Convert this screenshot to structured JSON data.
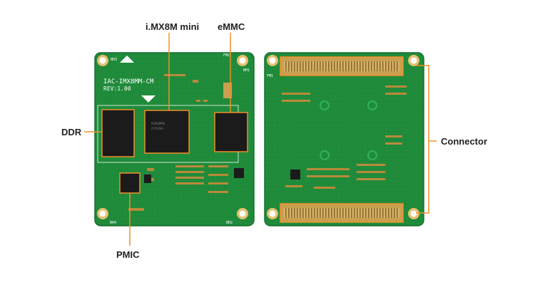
{
  "labels": {
    "imx8m": "i.MX8M mini",
    "emmc": "eMMC",
    "ddr": "DDR",
    "pmic": "PMIC",
    "connector": "Connector"
  },
  "silkscreen": {
    "board_name": "IAC-IMX8MM-CM",
    "revision": "REV:1.00",
    "bh3": "BH3",
    "bh4": "BH4",
    "bh2": "BH2",
    "bh1": "BH1",
    "fm1": "FM1",
    "fm2": "FM2"
  },
  "colors": {
    "accent": "#f0902a",
    "pcb": "#1f8a3a",
    "chip": "#1b1b1b",
    "gold": "#c8a050",
    "text": "#222222"
  }
}
